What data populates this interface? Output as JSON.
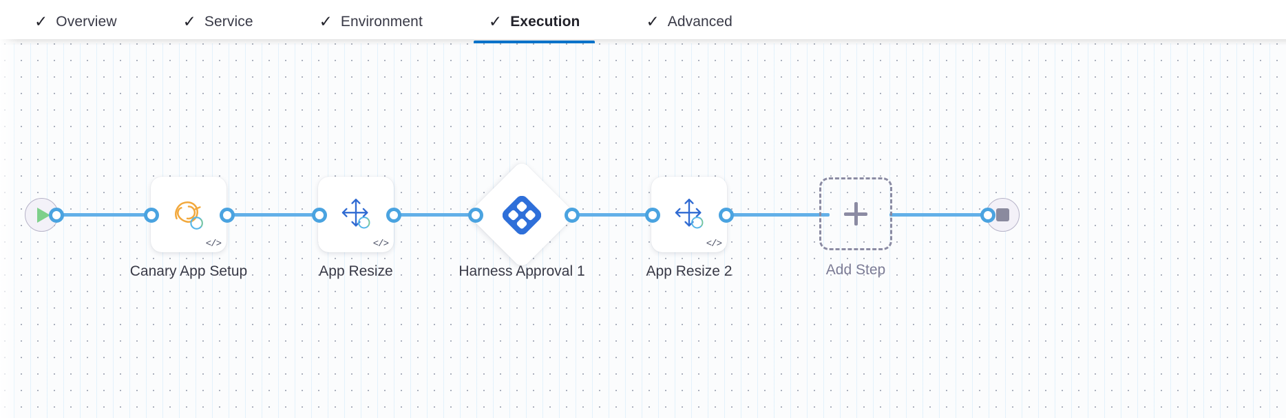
{
  "tabs": [
    {
      "label": "Overview",
      "icon": "check-icon",
      "active": false
    },
    {
      "label": "Service",
      "icon": "check-icon",
      "active": false
    },
    {
      "label": "Environment",
      "icon": "check-icon",
      "active": false
    },
    {
      "label": "Execution",
      "icon": "check-icon",
      "active": true
    },
    {
      "label": "Advanced",
      "icon": "check-icon",
      "active": false
    }
  ],
  "tab_check_glyph": "✓",
  "colors": {
    "active_tab_underline": "#0278d5",
    "connector_line": "#62b0e8",
    "connector_dot_border": "#4aa3e0",
    "harness_logo": "#2e6fd9",
    "resize_icon": "#2f6ad2",
    "canary_icon": "#f2a83c",
    "start_play": "#7ed08b",
    "end_stop": "#8a8a9e",
    "add_step_dash": "#8b8ba3",
    "node_label": "#383946",
    "add_step_label": "#7b7b95"
  },
  "pipeline": {
    "start_node": {
      "name": "start-node",
      "icon": "play-icon"
    },
    "end_node": {
      "name": "end-node",
      "icon": "stop-icon"
    },
    "nodes": [
      {
        "id": "canary-app-setup",
        "label": "Canary App Setup",
        "type": "step",
        "icon": "canary-bird-icon",
        "badge": "code-icon",
        "badge_glyph": "</>"
      },
      {
        "id": "app-resize",
        "label": "App Resize",
        "type": "step",
        "icon": "resize-arrows-icon",
        "badge": "code-icon",
        "badge_glyph": "</>"
      },
      {
        "id": "harness-approval-1",
        "label": "Harness Approval 1",
        "type": "approval-diamond",
        "icon": "harness-logo-icon",
        "badge": null,
        "badge_glyph": ""
      },
      {
        "id": "app-resize-2",
        "label": "App Resize 2",
        "type": "step",
        "icon": "resize-arrows-icon",
        "badge": "code-icon",
        "badge_glyph": "</>"
      },
      {
        "id": "add-step",
        "label": "Add Step",
        "type": "add-placeholder",
        "icon": "plus-icon",
        "badge": null,
        "badge_glyph": ""
      }
    ]
  }
}
